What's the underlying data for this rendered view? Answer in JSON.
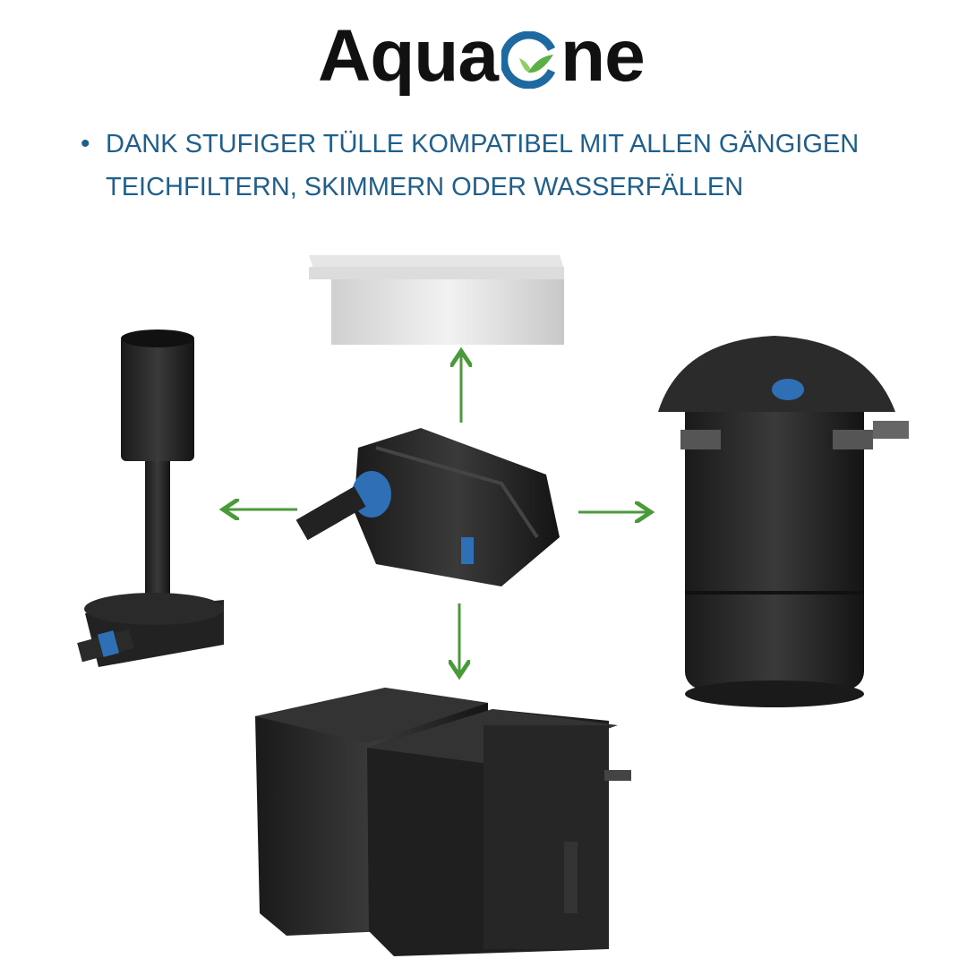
{
  "logo": {
    "text_left": "Aqua",
    "text_right": "ne",
    "brand_blue": "#1e6aa0",
    "leaf_green": "#6bbf4a"
  },
  "feature": {
    "bullet": "•",
    "lines": [
      "DANK STUFIGER TÜLLE KOMPATIBEL MIT ALLEN GÄNGIGEN",
      "TEICHFILTERN, SKIMMERN ODER WASSERFÄLLEN"
    ],
    "color": "#1f5f8b"
  },
  "arrow_color": "#4a9a3a",
  "products": [
    "waterfall",
    "skimmer",
    "pond-pump",
    "pressure-filter",
    "multi-chamber-filter"
  ]
}
